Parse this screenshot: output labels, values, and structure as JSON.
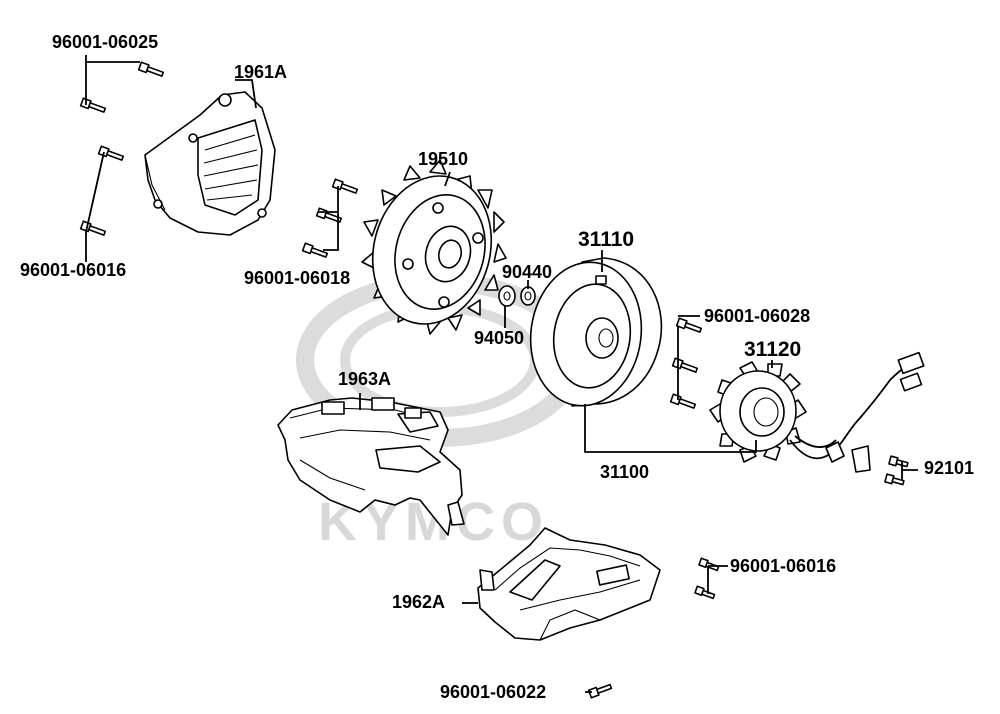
{
  "diagram": {
    "watermark": "KYMCO",
    "labels": {
      "bolt_top": "96001-06025",
      "shroud": "1961A",
      "bolt_left_low": "96001-06016",
      "fan": "19510",
      "bolt_fan": "96001-06018",
      "washer": "90440",
      "nut": "94050",
      "flywheel": "31110",
      "bolt_stator": "96001-06028",
      "stator": "31120",
      "alternator_assy": "31100",
      "screw_pickup": "92101",
      "lower_cover_upper": "1963A",
      "bolt_right": "96001-06016",
      "lower_cover": "1962A",
      "bolt_bottom": "96001-06022"
    }
  }
}
